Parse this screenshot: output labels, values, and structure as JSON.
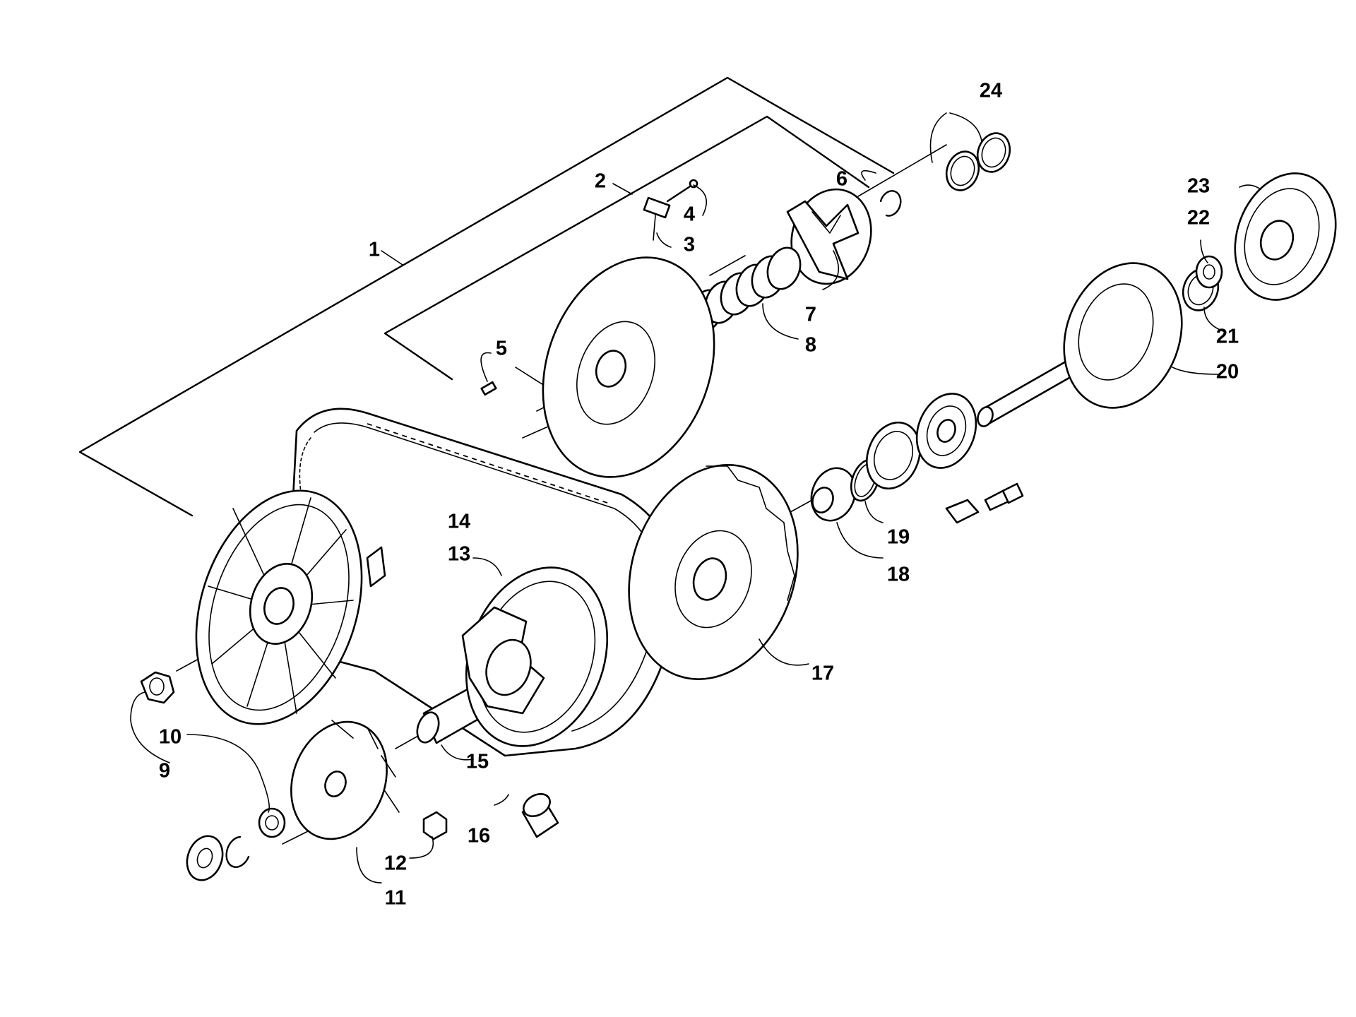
{
  "callouts": [
    "1",
    "2",
    "3",
    "4",
    "5",
    "6",
    "7",
    "8",
    "9",
    "10",
    "11",
    "12",
    "13",
    "14",
    "15",
    "16",
    "17",
    "18",
    "19",
    "20",
    "21",
    "22",
    "23",
    "24"
  ],
  "colors": {
    "ink": "#000000",
    "paper": "#ffffff"
  }
}
